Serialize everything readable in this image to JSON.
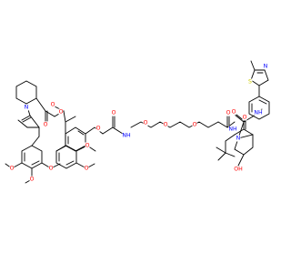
{
  "structure": {
    "atom_labels": [
      {
        "id": "o-stereo-ester-carbonyl",
        "text": "O",
        "color": "#ff0000"
      },
      {
        "id": "o-pipecolate-carbonyl",
        "text": "O",
        "color": "#ff0000"
      },
      {
        "id": "n-piperidine",
        "text": "N",
        "color": "#0000ff"
      },
      {
        "id": "o-ester",
        "text": "O",
        "color": "#ff0000"
      },
      {
        "id": "o-ether-aryl",
        "text": "O",
        "color": "#ff0000"
      },
      {
        "id": "o-acetamide-1",
        "text": "O",
        "color": "#ff0000"
      },
      {
        "id": "nh-amide-1",
        "text": "NH",
        "color": "#0000ff"
      },
      {
        "id": "o-peg-1",
        "text": "O",
        "color": "#ff0000"
      },
      {
        "id": "o-peg-2",
        "text": "O",
        "color": "#ff0000"
      },
      {
        "id": "o-peg-3",
        "text": "O",
        "color": "#ff0000"
      },
      {
        "id": "o-acetamide-2",
        "text": "O",
        "color": "#ff0000"
      },
      {
        "id": "nh-amide-2",
        "text": "NH",
        "color": "#0000ff"
      },
      {
        "id": "o-tle-carbonyl",
        "text": "O",
        "color": "#ff0000"
      },
      {
        "id": "n-pyrrolidine",
        "text": "N",
        "color": "#0000ff"
      },
      {
        "id": "oh-hydroxyproline",
        "text": "OH",
        "color": "#ff0000"
      },
      {
        "id": "o-prolinamide",
        "text": "O",
        "color": "#ff0000"
      },
      {
        "id": "nh-benzylamide",
        "text": "NH",
        "color": "#0000ff"
      },
      {
        "id": "s-thiazole",
        "text": "S",
        "color": "#cccc00"
      },
      {
        "id": "n-thiazole",
        "text": "N",
        "color": "#0000ff"
      },
      {
        "id": "o-methoxy-1",
        "text": "O",
        "color": "#ff0000"
      },
      {
        "id": "o-methoxy-2",
        "text": "O",
        "color": "#ff0000"
      },
      {
        "id": "o-methoxy-3",
        "text": "O",
        "color": "#ff0000"
      },
      {
        "id": "o-methoxy-4",
        "text": "O",
        "color": "#ff0000"
      },
      {
        "id": "o-methoxy-5",
        "text": "O",
        "color": "#ff0000"
      }
    ]
  }
}
